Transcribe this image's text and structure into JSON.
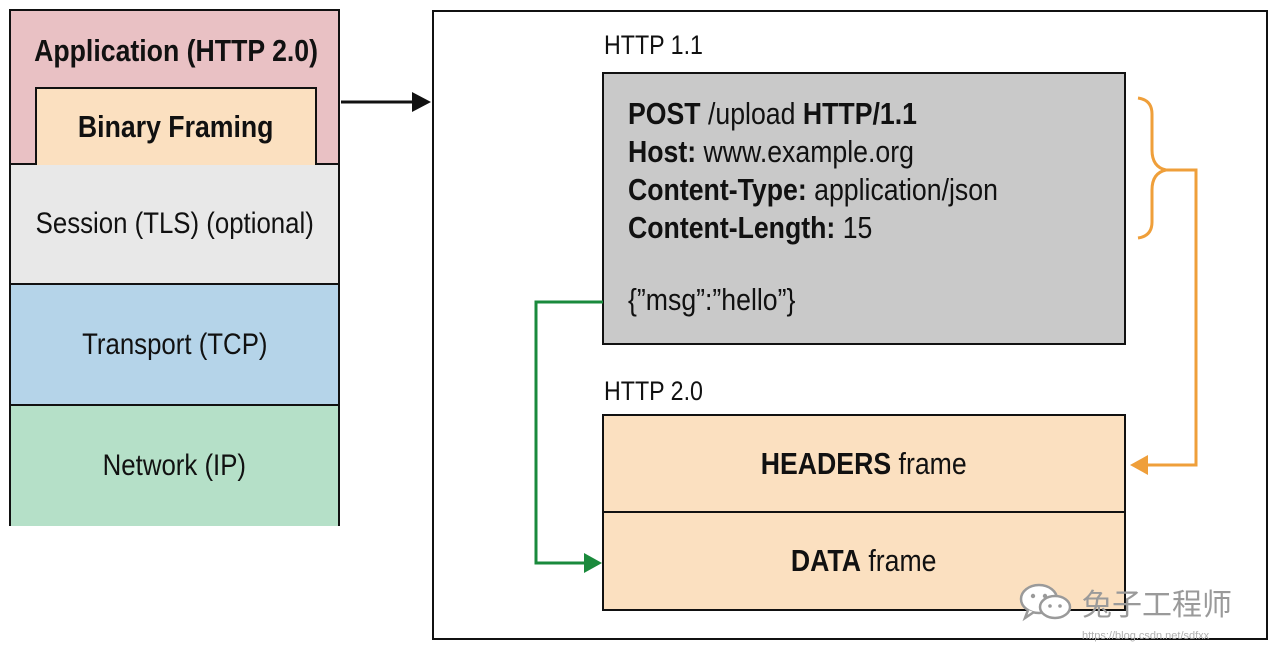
{
  "stack": {
    "application": "Application (HTTP 2.0)",
    "binary_framing": "Binary Framing",
    "session": "Session (TLS) (optional)",
    "transport": "Transport (TCP)",
    "network": "Network (IP)"
  },
  "http11": {
    "caption": "HTTP 1.1",
    "request_line": {
      "method": "POST",
      "path": " /upload ",
      "version": "HTTP/1.1"
    },
    "headers": [
      {
        "name": "Host:",
        "value": " www.example.org"
      },
      {
        "name": "Content-Type:",
        "value": " application/json"
      },
      {
        "name": "Content-Length:",
        "value": " 15"
      }
    ],
    "body": "{”msg”:”hello”}"
  },
  "http20": {
    "caption": "HTTP 2.0",
    "headers_frame": {
      "bold": "HEADERS",
      "rest": " frame"
    },
    "data_frame": {
      "bold": "DATA",
      "rest": " frame"
    }
  },
  "colors": {
    "application": "#e9c1c4",
    "framing": "#fbe0c0",
    "session": "#e8e8e8",
    "transport": "#b5d4e9",
    "network": "#b5e0c8",
    "request_box": "#c9c9c9",
    "headers_connector": "#ef9f3a",
    "body_connector": "#1a8a3c"
  },
  "watermark": {
    "icon": "wechat-icon",
    "text": "兔子工程师",
    "url": "https://blog.csdn.net/sdfxx"
  }
}
